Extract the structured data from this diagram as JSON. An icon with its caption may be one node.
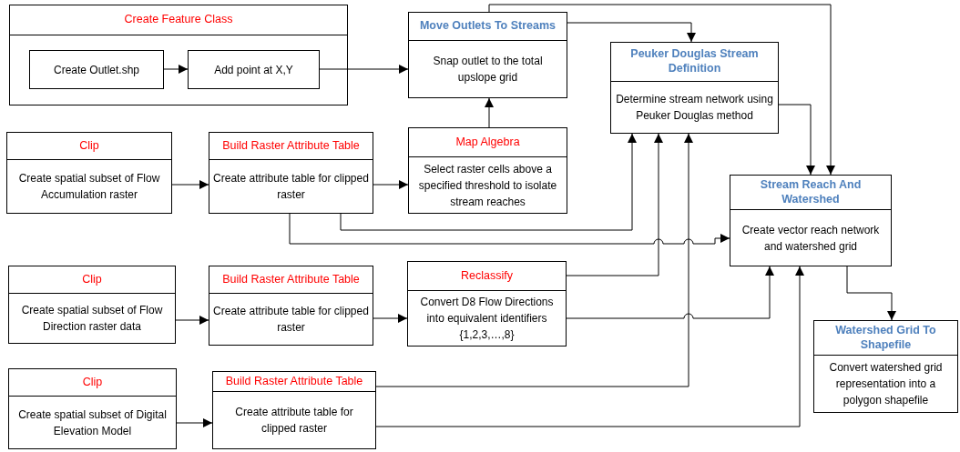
{
  "diagram": {
    "nodes": [
      {
        "text": [
          "Create Feature Class"
        ]
      },
      {
        "text": [
          "Create Outlet.shp"
        ],
        "in": 0
      },
      {
        "text": [
          "Add point at X,Y"
        ],
        "in": 0
      },
      {
        "text": [
          "Move Outlets To Streams",
          "Snap outlet to the total upslope grid"
        ]
      },
      {
        "text": [
          "Peuker Douglas Stream Definition",
          "Determine stream network using Peuker Douglas method"
        ]
      },
      {
        "text": [
          "Clip",
          "Create spatial subset of Flow Accumulation raster"
        ]
      },
      {
        "text": [
          "Build Raster Attribute Table",
          "Create attribute table for clipped raster"
        ]
      },
      {
        "text": [
          "Map Algebra",
          "Select raster cells above a specified threshold to isolate stream reaches"
        ]
      },
      {
        "text": [
          "Stream Reach And Watershed",
          "Create vector reach network and watershed grid"
        ]
      },
      {
        "text": [
          "Clip",
          "Create spatial subset of Flow Direction raster data"
        ]
      },
      {
        "text": [
          "Build Raster Attribute Table",
          "Create attribute table for clipped raster"
        ]
      },
      {
        "text": [
          "Reclassify",
          "Convert D8 Flow Directions into equivalent identifiers {1,2,3,…,8}"
        ]
      },
      {
        "text": [
          "Watershed Grid To Shapefile",
          "Convert watershed grid representation into a polygon shapefile"
        ]
      },
      {
        "text": [
          "Clip",
          "Create spatial subset of Digital Elevation Model"
        ]
      },
      {
        "text": [
          "Build Raster Attribute Table",
          "Create attribute table for clipped raster"
        ]
      }
    ],
    "edges": [
      {
        "from": 1,
        "to": 2,
        "arrow": "to"
      },
      {
        "from": 2,
        "to": 3,
        "arrow": "to"
      },
      {
        "from": 3,
        "to": 4,
        "arrow": "to"
      },
      {
        "from": 3,
        "to": 8,
        "arrow": "to"
      },
      {
        "from": 4,
        "to": 8,
        "arrow": "to"
      },
      {
        "from": 5,
        "to": 6,
        "arrow": "to"
      },
      {
        "from": 6,
        "to": 7,
        "arrow": "to"
      },
      {
        "from": 7,
        "to": 3,
        "arrow": "to"
      },
      {
        "from": 6,
        "to": 4,
        "arrow": "to"
      },
      {
        "from": 6,
        "to": 8,
        "arrow": "to"
      },
      {
        "from": 9,
        "to": 10,
        "arrow": "to"
      },
      {
        "from": 10,
        "to": 11,
        "arrow": "to"
      },
      {
        "from": 11,
        "to": 4,
        "arrow": "to"
      },
      {
        "from": 11,
        "to": 8,
        "arrow": "to"
      },
      {
        "from": 14,
        "to": 4,
        "arrow": "to"
      },
      {
        "from": 14,
        "to": 8,
        "arrow": "to"
      },
      {
        "from": 13,
        "to": 14,
        "arrow": "to"
      },
      {
        "from": 8,
        "to": 12,
        "arrow": "to"
      }
    ]
  }
}
